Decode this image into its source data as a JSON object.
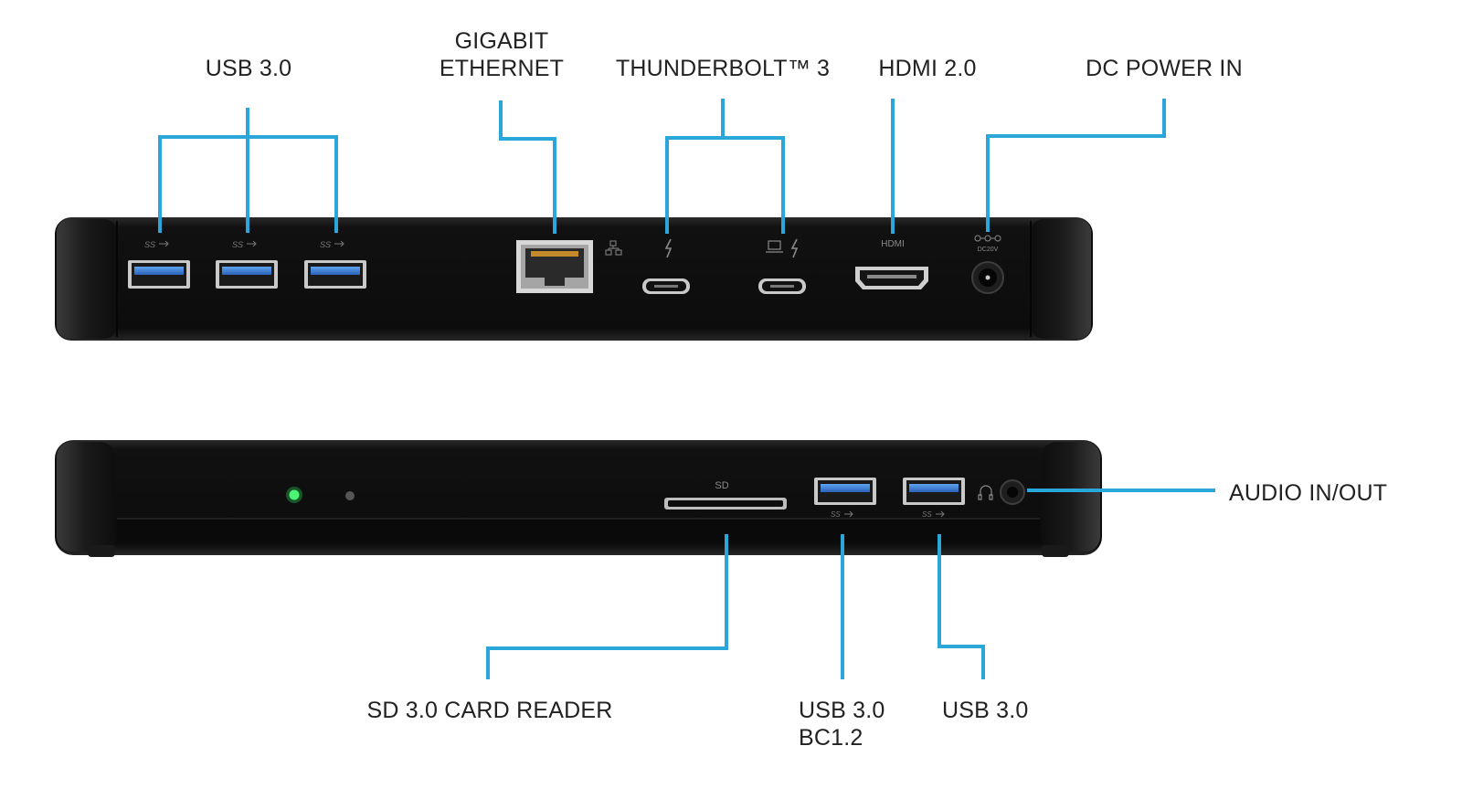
{
  "labels": {
    "usb30_top": "USB 3.0",
    "gigabit_line1": "GIGABIT",
    "gigabit_line2": "ETHERNET",
    "thunderbolt": "THUNDERBOLT™ 3",
    "hdmi": "HDMI 2.0",
    "dc_power": "DC POWER IN",
    "audio": "AUDIO IN/OUT",
    "sd_reader": "SD 3.0 CARD READER",
    "usb30_bc_line1": "USB 3.0",
    "usb30_bc_line2": "BC1.2",
    "usb30_front": "USB 3.0"
  },
  "device_marks": {
    "hdmi_text": "HDMI",
    "sd_text": "SD",
    "ss_usb": "SS",
    "dc_text": "DC20V"
  },
  "colors": {
    "leader_line": "#2BA6D8",
    "dock_body": "#121212",
    "usb_blue": "#3D7FD0",
    "led_green": "#2EDB5A",
    "text": "#222222"
  }
}
